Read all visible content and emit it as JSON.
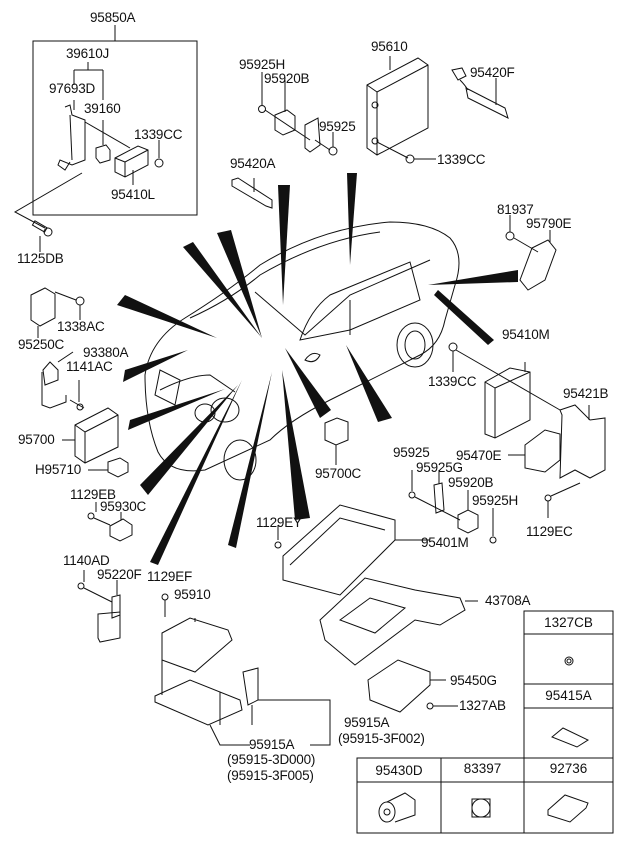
{
  "diagram": {
    "type": "exploded-parts-diagram",
    "subject": "Vehicle electronic control units and relays",
    "colors": {
      "line": "#111111",
      "background": "#ffffff"
    },
    "labels": {
      "p95850A": "95850A",
      "p39610J": "39610J",
      "p97693D": "97693D",
      "p39160": "39160",
      "p1339CC_a": "1339CC",
      "p95410L": "95410L",
      "p1125DB": "1125DB",
      "p95925H_a": "95925H",
      "p95920B_a": "95920B",
      "p95925_a": "95925",
      "p95610": "95610",
      "p1339CC_b": "1339CC",
      "p95420F": "95420F",
      "p95420A": "95420A",
      "p81937": "81937",
      "p95790E": "95790E",
      "p95250C": "95250C",
      "p1338AC": "1338AC",
      "p93380A": "93380A",
      "p1141AC": "1141AC",
      "p95700": "95700",
      "pH95710": "H95710",
      "p1129EB": "1129EB",
      "p95930C": "95930C",
      "p1140AD": "1140AD",
      "p95220F": "95220F",
      "p1129EF": "1129EF",
      "p95910": "95910",
      "p95410M": "95410M",
      "p1339CC_c": "1339CC",
      "p95421B": "95421B",
      "p95470E": "95470E",
      "p95700C": "95700C",
      "p95925_b": "95925",
      "p95925G": "95925G",
      "p95920B_b": "95920B",
      "p95925H_b": "95925H",
      "p1129EC": "1129EC",
      "p1129EY": "1129EY",
      "p95401M": "95401M",
      "p43708A": "43708A",
      "p95450G": "95450G",
      "p1327AB": "1327AB",
      "p95915A_a": "95915A",
      "p95915A_a_alt": "(95915-3F002)",
      "p95915A_b": "95915A",
      "p95915A_b_alt1": "(95915-3D000)",
      "p95915A_b_alt2": "(95915-3F005)"
    },
    "legend_table": {
      "cells": [
        {
          "part": "1327CB",
          "icon": "nut-icon"
        },
        {
          "part": "95415A",
          "icon": "pad-icon"
        },
        {
          "part": "95430D",
          "icon": "lock-cylinder-icon"
        },
        {
          "part": "83397",
          "icon": "square-pad-icon"
        },
        {
          "part": "92736",
          "icon": "rect-pad-icon"
        }
      ]
    }
  }
}
